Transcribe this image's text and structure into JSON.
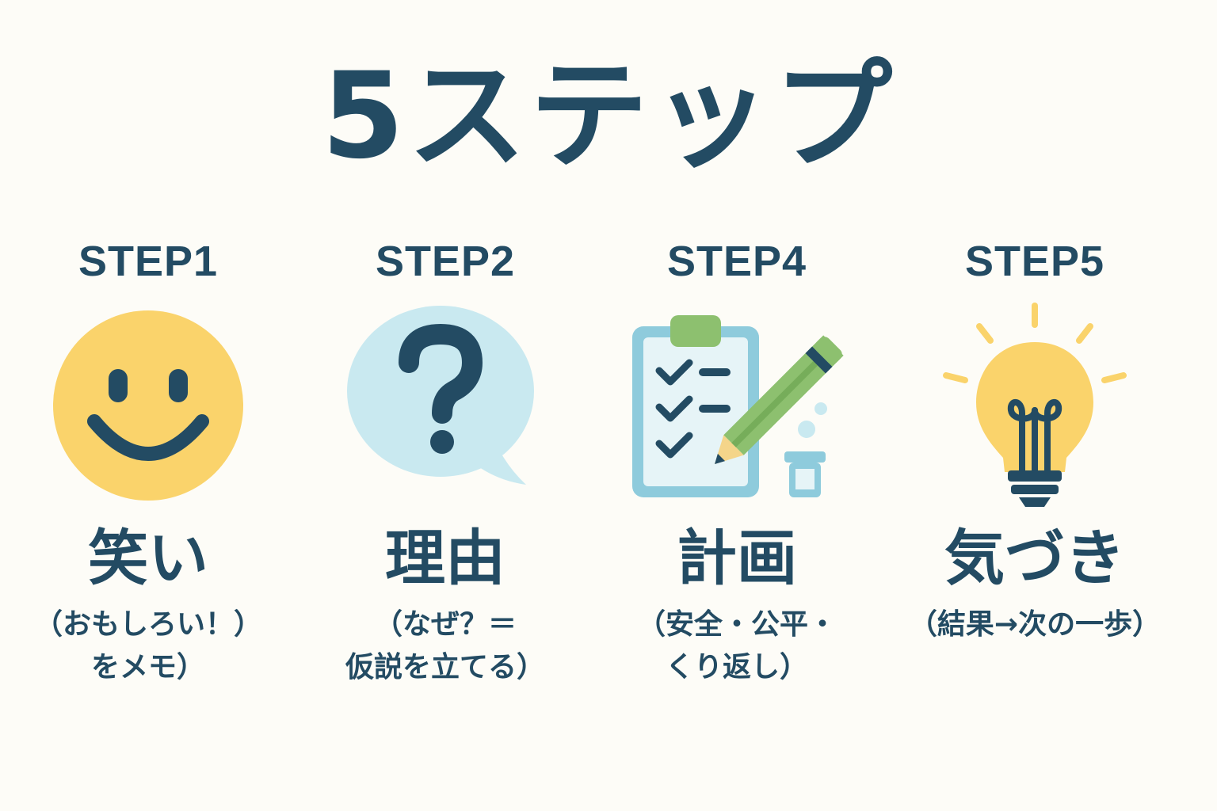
{
  "title": "5ステップ",
  "colors": {
    "primary": "#234b63",
    "smiley": "#fad36b",
    "bubble": "#c9e9f0",
    "clipboard": "#8ecbdc",
    "pencil": "#8dc06f",
    "bulb": "#fad36b",
    "background": "#fdfcf7"
  },
  "steps": [
    {
      "label": "STEP1",
      "name": "笑い",
      "desc_line1": "（おもしろい！）",
      "desc_line2": "をメモ）",
      "icon": "smiley-face-icon"
    },
    {
      "label": "STEP2",
      "name": "理由",
      "desc_line1": "（なぜ？＝",
      "desc_line2": "仮説を立てる）",
      "icon": "question-bubble-icon"
    },
    {
      "label": "STEP4",
      "name": "計画",
      "desc_line1": "（安全・公平・",
      "desc_line2": "くり返し）",
      "icon": "clipboard-pencil-icon"
    },
    {
      "label": "STEP5",
      "name": "気づき",
      "desc_line1": "（結果→次の一歩）",
      "desc_line2": "",
      "icon": "lightbulb-icon"
    }
  ]
}
